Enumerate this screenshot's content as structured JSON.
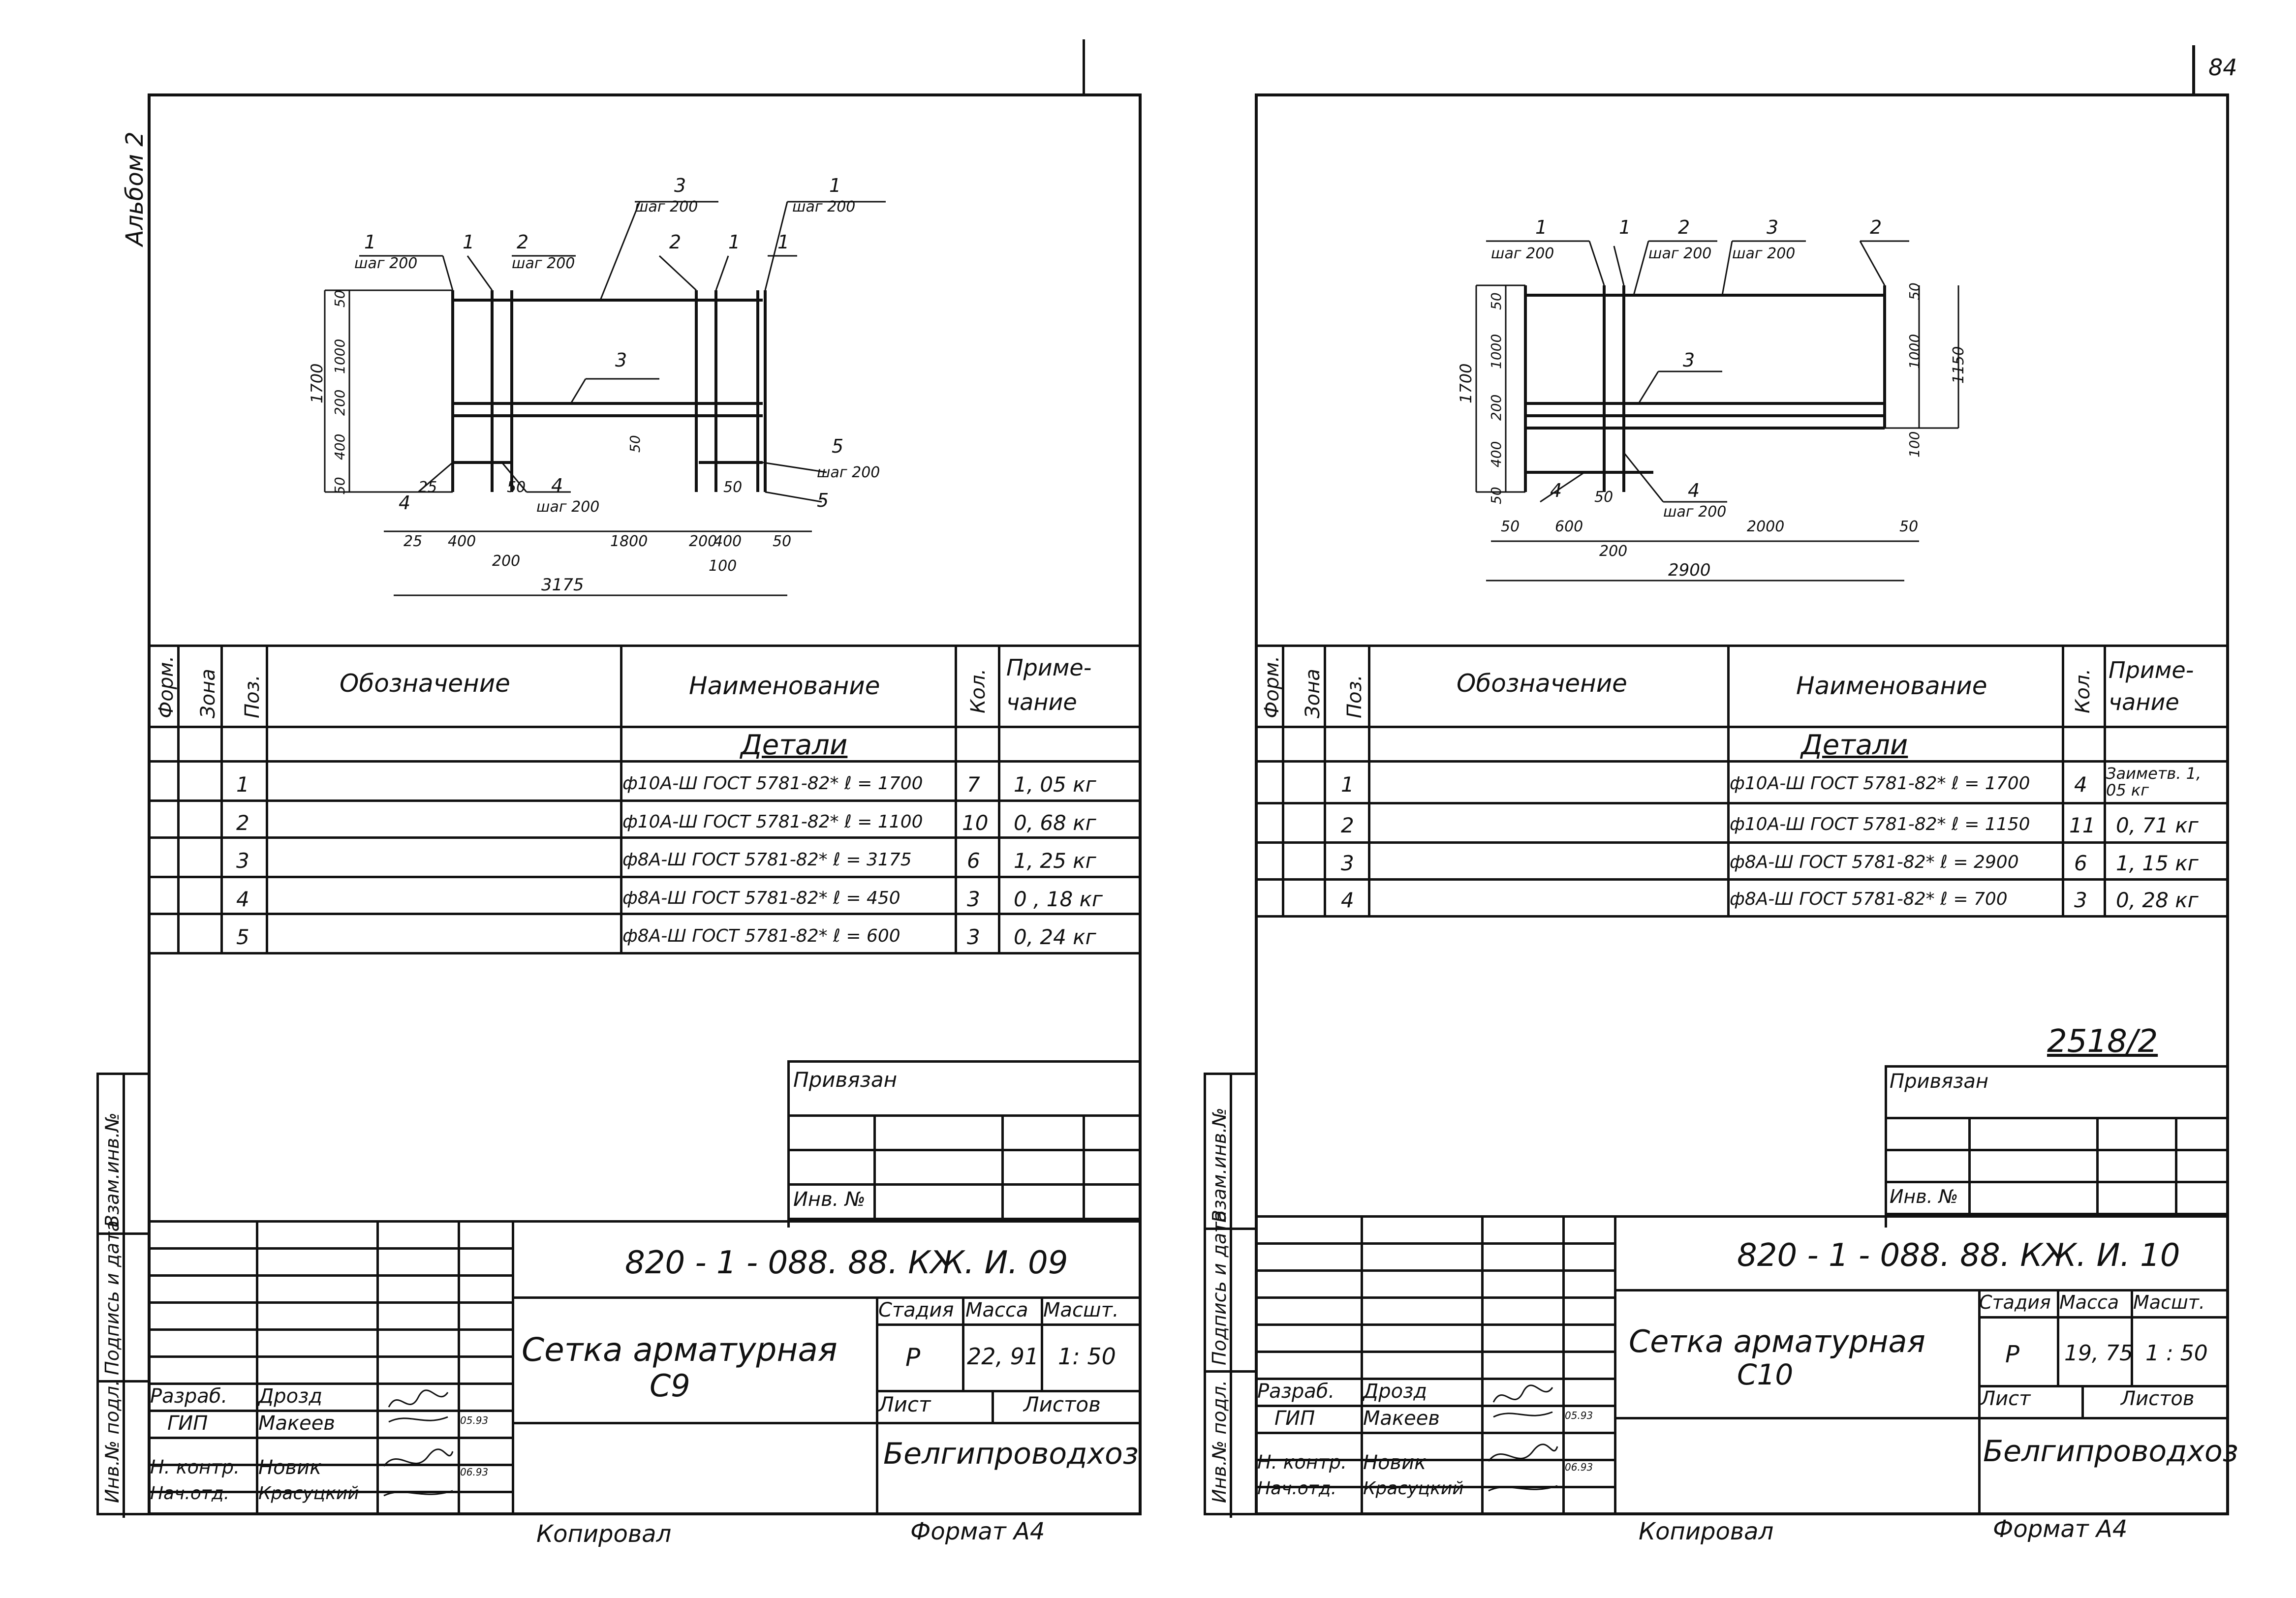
{
  "album": "Альбом 2",
  "page_number": "84",
  "copied_label": "Копировал",
  "format_label": "Формат А4",
  "table_headers": {
    "form": "Форм.",
    "zone": "Зона",
    "pos": "Поз.",
    "designation": "Обозначение",
    "name": "Наименование",
    "qty": "Кол.",
    "note1": "Приме-",
    "note2": "чание"
  },
  "details_label": "Детали",
  "side_labels": {
    "inv_podl": "Инв.№ подл.",
    "podpis": "Подпись и дата",
    "vzam": "Взам.инв.№"
  },
  "privyazan": "Привязан",
  "inv_no": "Инв. №",
  "stamp_labels": {
    "stadiya": "Стадия",
    "massa": "Масса",
    "masht": "Масшт.",
    "list": "Лист",
    "listov": "Листов"
  },
  "people": {
    "razrab": "Разраб.",
    "drozd": "Дрозд",
    "gip": "ГИП",
    "makeev": "Макеев",
    "nkontr": "Н. контр.",
    "novik": "Новик",
    "nachotd": "Нач.отд.",
    "krasuckiy": "Красуцкий"
  },
  "org": "Белгипроводхоз",
  "left": {
    "code": "820 - 1 - 088. 88. КЖ. И. 09",
    "title1": "Сетка арматурная",
    "title2": "С9",
    "stage": "Р",
    "mass": "22, 91",
    "scale": "1: 50",
    "dates": {
      "d1": "05.93",
      "d2": "06.93"
    },
    "rows": [
      {
        "pos": "1",
        "name": "ф10А-Ш ГОСТ 5781-82* ℓ = 1700",
        "qty": "7",
        "note": "1, 05 кг"
      },
      {
        "pos": "2",
        "name": "ф10А-Ш ГОСТ 5781-82* ℓ = 1100",
        "qty": "10",
        "note": "0, 68 кг"
      },
      {
        "pos": "3",
        "name": "ф8А-Ш ГОСТ 5781-82* ℓ = 3175",
        "qty": "6",
        "note": "1, 25 кг"
      },
      {
        "pos": "4",
        "name": "ф8А-Ш ГОСТ 5781-82* ℓ = 450",
        "qty": "3",
        "note": "0 , 18 кг"
      },
      {
        "pos": "5",
        "name": "ф8А-Ш ГОСТ 5781-82* ℓ = 600",
        "qty": "3",
        "note": "0, 24 кг"
      }
    ],
    "drawing": {
      "step": "шаг 200",
      "dims_v": {
        "a": "1700",
        "b": "50",
        "c": "1000",
        "d": "200",
        "e": "400",
        "f": "50"
      },
      "dims_h": {
        "a": "25",
        "b": "400",
        "c": "1800",
        "d": "200",
        "e": "400",
        "f": "50",
        "g": "200",
        "h": "100",
        "i": "3175",
        "j": "25",
        "k": "50",
        "l": "50"
      },
      "pos_labels": [
        "1",
        "1",
        "2",
        "3",
        "2",
        "1",
        "1",
        "3",
        "4",
        "4",
        "5",
        "5"
      ]
    }
  },
  "right": {
    "code": "820 - 1 - 088. 88. КЖ. И. 10",
    "title1": "Сетка арматурная",
    "title2": "С10",
    "stage": "Р",
    "mass": "19, 75",
    "scale": "1 : 50",
    "dates": {
      "d1": "05.93",
      "d2": "06.93"
    },
    "stamp_number": "2518/2",
    "rows": [
      {
        "pos": "1",
        "name": "ф10А-Ш ГОСТ 5781-82* ℓ = 1700",
        "qty": "4",
        "note": "Заиметв. 1, 05 кг"
      },
      {
        "pos": "2",
        "name": "ф10А-Ш ГОСТ 5781-82* ℓ = 1150",
        "qty": "11",
        "note": "0, 71 кг"
      },
      {
        "pos": "3",
        "name": "ф8А-Ш ГОСТ 5781-82* ℓ = 2900",
        "qty": "6",
        "note": "1, 15 кг"
      },
      {
        "pos": "4",
        "name": "ф8А-Ш ГОСТ 5781-82* ℓ = 700",
        "qty": "3",
        "note": "0, 28 кг"
      }
    ],
    "drawing": {
      "step": "шаг 200",
      "dims_v": {
        "a": "1700",
        "b": "50",
        "c": "1000",
        "d": "200",
        "e": "400",
        "f": "50",
        "g": "50",
        "h": "1000",
        "i": "1150",
        "j": "100"
      },
      "dims_h": {
        "a": "50",
        "b": "600",
        "c": "2000",
        "d": "50",
        "e": "200",
        "f": "2900",
        "g": "50"
      },
      "pos_labels": [
        "1",
        "1",
        "2",
        "3",
        "2",
        "3",
        "4",
        "4"
      ]
    }
  }
}
